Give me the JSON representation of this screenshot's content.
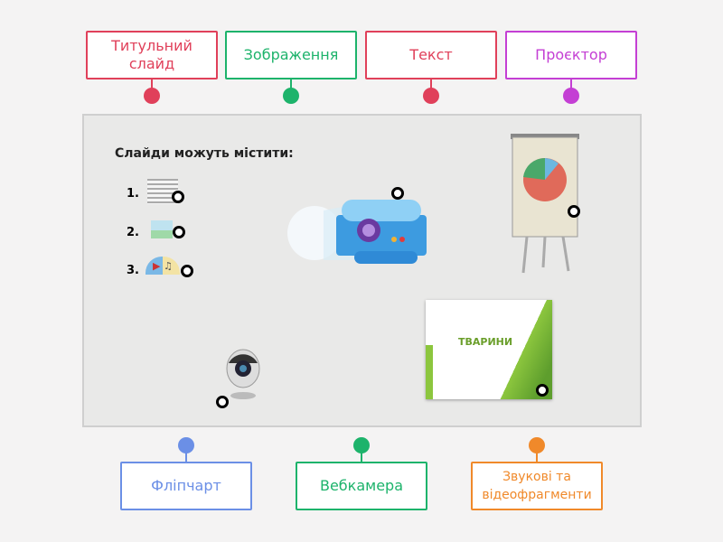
{
  "labels_top": [
    {
      "text": "Титульний слайд",
      "color": "#e0405a"
    },
    {
      "text": "Зображення",
      "color": "#1db36b"
    },
    {
      "text": "Текст",
      "color": "#e0405a"
    },
    {
      "text": "Проєктор",
      "color": "#c43fd4"
    }
  ],
  "labels_bottom": [
    {
      "text": "Фліпчарт",
      "color": "#6b8fe6"
    },
    {
      "text": "Вебкамера",
      "color": "#1db36b"
    },
    {
      "text": "Звукові та відеофрагменти",
      "color": "#f0892a"
    }
  ],
  "slide": {
    "heading": "Слайди можуть містити:",
    "list": [
      "1.",
      "2.",
      "3."
    ],
    "title_slide_text": "ТВАРИНИ"
  }
}
